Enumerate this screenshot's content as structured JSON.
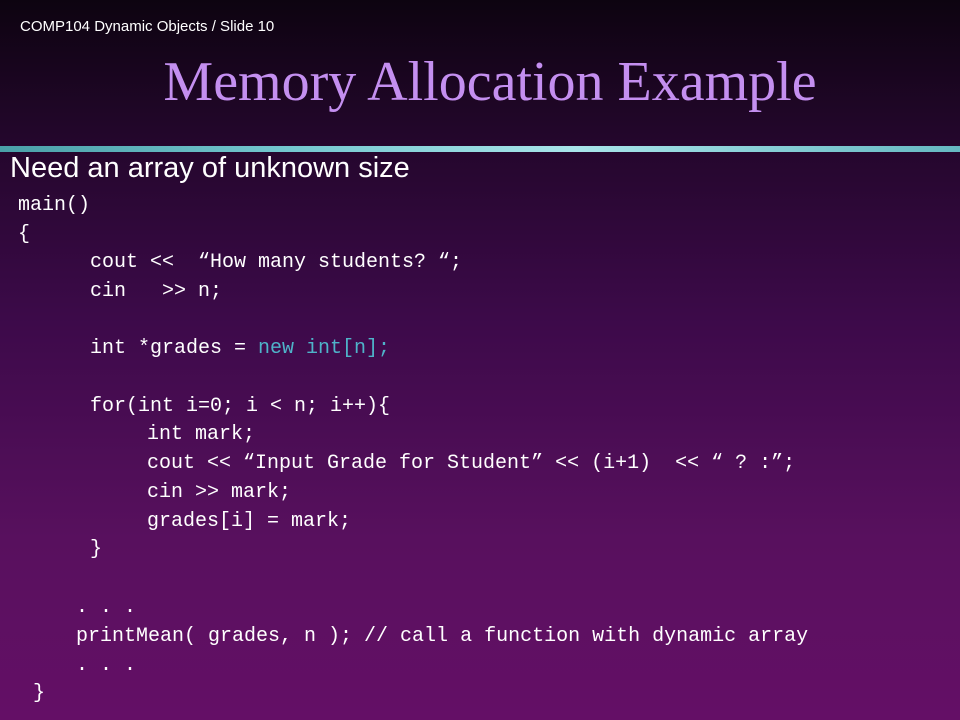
{
  "header": {
    "text": "COMP104 Dynamic Objects / Slide 10"
  },
  "title": "Memory Allocation Example",
  "subtitle": "Need an array of unknown size",
  "colors": {
    "title": "#c48ff0",
    "highlight": "#4fb3c9",
    "divider": "#74c7cf"
  },
  "code": {
    "main": "main()",
    "open_brace": "{",
    "cout_prompt": "cout <<  “How many students? “;",
    "cin_n": "cin   >> n;",
    "grades_decl_prefix": "int *grades = ",
    "grades_decl_new": "new int[n];",
    "for_loop": "for(int i=0; i < n; i++){",
    "int_mark": "int mark;",
    "cout_input": "cout << “Input Grade for Student” << (i+1)  << “ ? :”;",
    "cin_mark": "cin >> mark;",
    "grades_assign": "grades[i] = mark;",
    "close_for": "}",
    "ellipsis_1": ". . .",
    "print_mean": "printMean( grades, n ); // call a function with dynamic array",
    "ellipsis_2": ". . .",
    "close_main": "}"
  }
}
